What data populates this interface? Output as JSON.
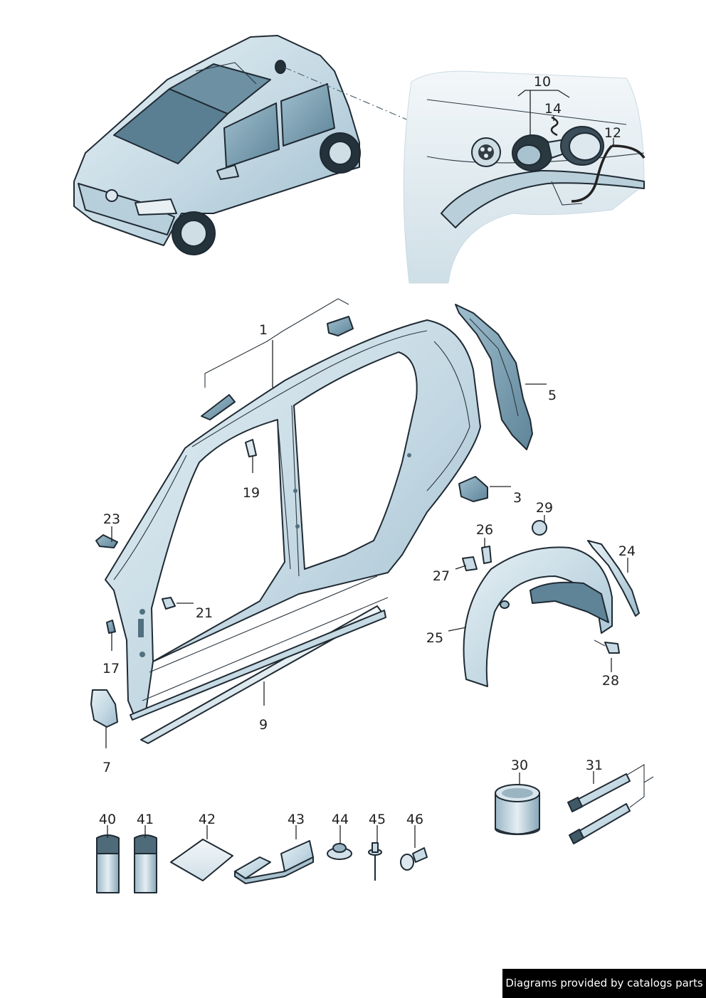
{
  "callouts": {
    "c1": "1",
    "c3": "3",
    "c5": "5",
    "c7": "7",
    "c9": "9",
    "c10": "10",
    "c12": "12",
    "c14": "14",
    "c17": "17",
    "c19": "19",
    "c21": "21",
    "c23": "23",
    "c24": "24",
    "c25": "25",
    "c26": "26",
    "c27": "27",
    "c28": "28",
    "c29": "29",
    "c30": "30",
    "c31": "31",
    "c40": "40",
    "c41": "41",
    "c42": "42",
    "c43": "43",
    "c44": "44",
    "c45": "45",
    "c46": "46"
  },
  "credit": "Diagrams provided by catalogs parts",
  "colors": {
    "body": "#c9dce6",
    "body_light": "#e2edf2",
    "body_dark": "#8fb0c2",
    "outline": "#1f2a33",
    "label": "#222222"
  }
}
